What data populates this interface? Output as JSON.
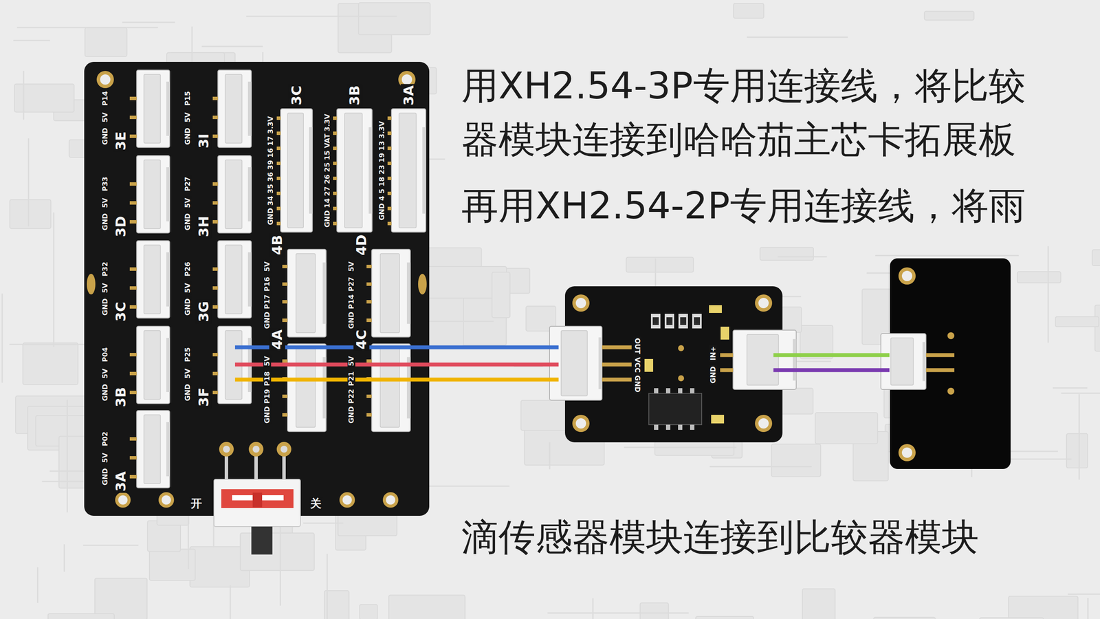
{
  "diagram": {
    "labels": [
      "用XH2.54-3P专用连接线，将比较器模块连接到哈哈茄主芯卡拓展板",
      "再用XH2.54-2P专用连接线，将雨",
      "滴传感器模块连接到比较器模块",
      "3E",
      "GND",
      "5V",
      "P14",
      "3D",
      "GND",
      "5V",
      "P33",
      "3C",
      "GND",
      "5V",
      "P32",
      "3B",
      "GND",
      "5V",
      "P04",
      "3A",
      "GND",
      "5V",
      "P02",
      "3I",
      "GND",
      "5V",
      "P15",
      "3H",
      "GND",
      "5V",
      "P27",
      "3G",
      "GND",
      "5V",
      "P26",
      "3F",
      "GND",
      "5V",
      "P25",
      "4B",
      "GND",
      "P17",
      "P16",
      "5V",
      "4D",
      "GND",
      "P14",
      "P27",
      "5V",
      "4A",
      "GND",
      "P19",
      "P18",
      "5V",
      "4C",
      "GND",
      "P22",
      "P21",
      "5V",
      "3C",
      "GND 34 35 36 39 16 17 3.3V",
      "3B",
      "GND 14 27 26 25 15 VAT 3.3V",
      "3A",
      "GND 4 5 18 23 19 13 3.3V",
      "开",
      "关",
      "OUT",
      "VCC",
      "GND",
      "GND",
      "IN+"
    ]
  }
}
